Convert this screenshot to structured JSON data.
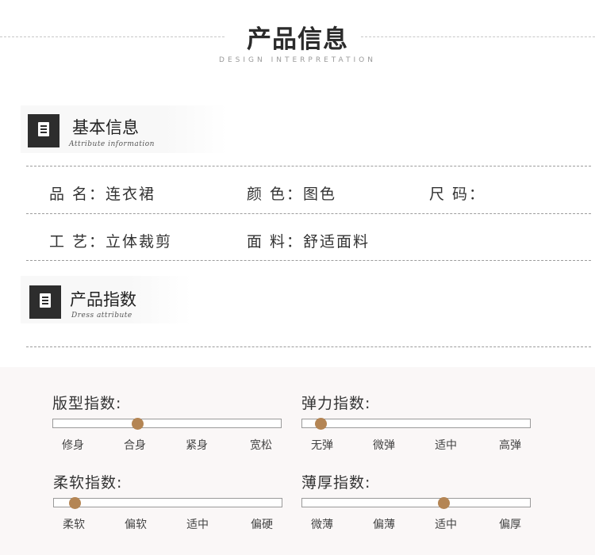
{
  "header": {
    "title": "产品信息",
    "subtitle": "DESIGN INTERPRETATION"
  },
  "basic_section": {
    "title": "基本信息",
    "script_caption": "Attribute information",
    "icon": "document-icon"
  },
  "basic_info": {
    "row1": [
      {
        "label": "品 名：",
        "value": "连衣裙"
      },
      {
        "label": "颜 色：",
        "value": "图色"
      },
      {
        "label": "尺 码：",
        "value": ""
      }
    ],
    "row2": [
      {
        "label": "工 艺：",
        "value": "立体裁剪"
      },
      {
        "label": "面 料：",
        "value": "舒适面料"
      }
    ]
  },
  "index_section": {
    "title": "产品指数",
    "script_caption": "Dress attribute",
    "icon": "document-icon"
  },
  "indices": [
    {
      "label": "版型指数:",
      "options": [
        "修身",
        "合身",
        "紧身",
        "宽松"
      ],
      "selected": "合身",
      "level": 0.37
    },
    {
      "label": "弹力指数:",
      "options": [
        "无弹",
        "微弹",
        "适中",
        "高弹"
      ],
      "selected": "无弹",
      "level": 0.08
    },
    {
      "label": "柔软指数:",
      "options": [
        "柔软",
        "偏软",
        "适中",
        "偏硬"
      ],
      "selected": "柔软",
      "level": 0.09
    },
    {
      "label": "薄厚指数:",
      "options": [
        "微薄",
        "偏薄",
        "适中",
        "偏厚"
      ],
      "selected": "适中",
      "level": 0.62
    }
  ],
  "colors": {
    "knob": "#b48554",
    "icon_bg": "#2d2d2d",
    "index_bg": "#faf7f7"
  }
}
